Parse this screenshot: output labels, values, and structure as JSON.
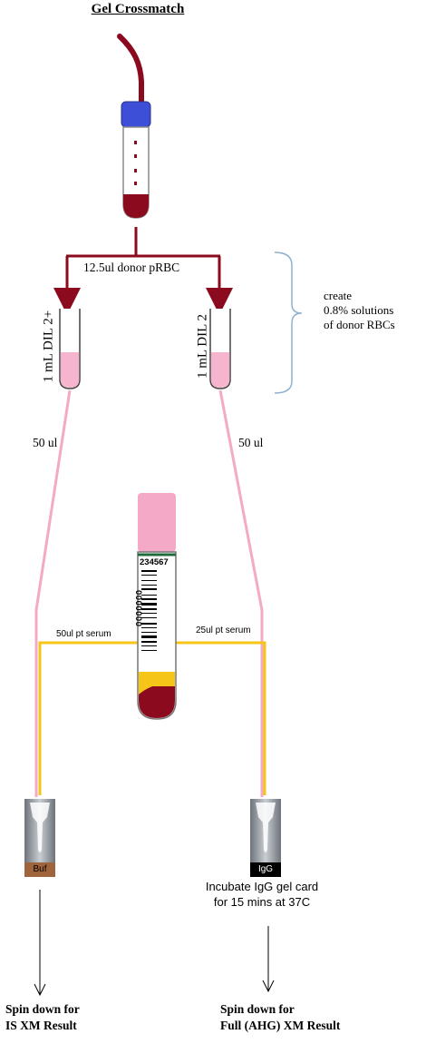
{
  "title": "Gel Crossmatch",
  "donor_volume": "12.5ul donor pRBC",
  "tubes": {
    "left": "1 mL DIL 2+",
    "right": "1 mL DIL 2"
  },
  "brace_note": {
    "line1": "create",
    "line2": "0.8% solutions",
    "line3": "of donor RBCs"
  },
  "transfer": {
    "left": "50 ul",
    "right": "50 ul"
  },
  "patient_tube": {
    "barcode_number": "234567",
    "vertical_number": "0000000"
  },
  "serum": {
    "left": "50ul pt serum",
    "right": "25ul pt serum"
  },
  "cards": {
    "left_label": "Buf",
    "right_label": "IgG"
  },
  "incubate": {
    "line1": "Incubate IgG gel card",
    "line2": "for 15 mins  at 37C"
  },
  "results": {
    "left_line1": "Spin down for",
    "left_line2": "IS XM Result",
    "right_line1": "Spin down for",
    "right_line2": "Full (AHG) XM Result"
  },
  "colors": {
    "blood": "#8b0a1e",
    "cap_blue": "#3c4fd6",
    "pink": "#f4a9c6",
    "pink_fill": "#f7b4cf",
    "serum_yellow": "#f5c518",
    "brace_blue": "#8fb0cf",
    "label_brown": "#a0643c"
  }
}
